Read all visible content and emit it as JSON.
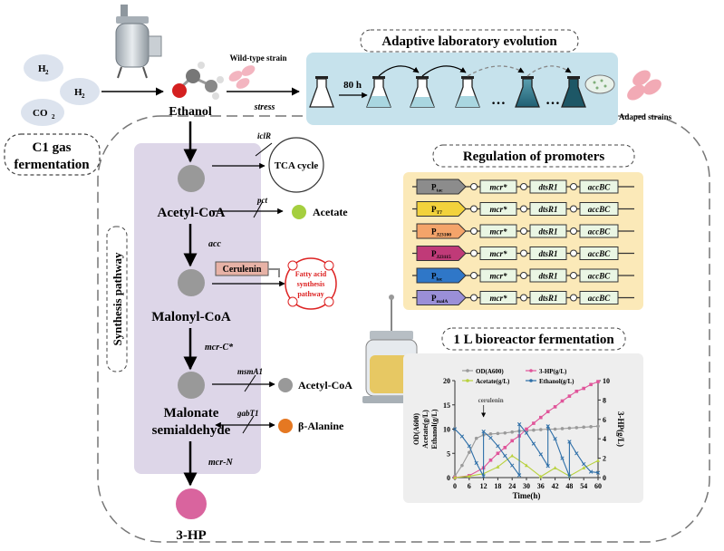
{
  "gas": {
    "h2_a": "H",
    "h2_b": "H",
    "h2_sub": "2",
    "co2": "CO",
    "co2_sub": "2"
  },
  "fermentation_label": {
    "line1": "C1 gas",
    "line2": "fermentation"
  },
  "ethanol_label": "Ethanol",
  "strain": {
    "wildtype": "Wild-type strain",
    "stress": "stress"
  },
  "ale": {
    "title": "Adaptive laboratory evolution",
    "duration": "80 h",
    "dots1": "…",
    "dots2": "…",
    "adapted": "Adaped strains"
  },
  "pathway": {
    "title": "Synthesis pathway",
    "acetyl_coa": "Acetyl-CoA",
    "malonyl_coa": "Malonyl-CoA",
    "malonate_1": "Malonate",
    "malonate_2": "semialdehyde",
    "product": "3-HP",
    "enz_icir": "iclR",
    "enz_pct": "pct",
    "enz_acc": "acc",
    "enz_mcrc": "mcr-C*",
    "enz_msma1": "msmA1",
    "enz_gabt1": "gabT1",
    "enz_mcrn": "mcr-N",
    "tca": "TCA cycle",
    "acetate": "Acetate",
    "cerulenin": "Cerulenin",
    "fatty_1": "Fatty acid",
    "fatty_2": "synthesis",
    "fatty_3": "pathway",
    "side_acetyl": "Acetyl-CoA",
    "side_balanine": "β-Alanine"
  },
  "promoters": {
    "title": "Regulation of promoters",
    "rows": [
      {
        "p": "P",
        "sub": "tac",
        "color": "#8c8c8c"
      },
      {
        "p": "P",
        "sub": "T7",
        "color": "#f2d23c"
      },
      {
        "p": "P",
        "sub": "J23100",
        "color": "#f4a46a"
      },
      {
        "p": "P",
        "sub": "J23115",
        "color": "#c03a78"
      },
      {
        "p": "P",
        "sub": "lac",
        "color": "#2f77c8"
      },
      {
        "p": "P",
        "sub": "malA",
        "color": "#9a8fd8"
      }
    ],
    "gene_mcr": "mcr*",
    "gene_dts": "dtsR1",
    "gene_acc": "accBC"
  },
  "bioreactor": {
    "title": "1 L bioreactor fermentation"
  },
  "chart_data": {
    "type": "line",
    "title": "",
    "xlabel": "Time(h)",
    "ylabel_left": [
      "OD(A600)",
      "Acetate(g/L)",
      "Ethanol(g/L)"
    ],
    "ylabel_right": "3-HP(g/L)",
    "xlim": [
      0,
      60
    ],
    "ylim_left": [
      0,
      20
    ],
    "ylim_right": [
      0,
      10
    ],
    "xticks": [
      0,
      6,
      12,
      18,
      24,
      30,
      36,
      42,
      48,
      54,
      60
    ],
    "yticks_left": [
      0,
      5,
      10,
      15,
      20
    ],
    "yticks_right": [
      0,
      2,
      4,
      6,
      8,
      10
    ],
    "annotation": {
      "text": "cerulenin",
      "x": 12
    },
    "series": [
      {
        "name": "OD(A600)",
        "axis": "left",
        "color": "#9a9a9a",
        "marker": "circle",
        "x": [
          0,
          3,
          6,
          9,
          12,
          15,
          18,
          21,
          24,
          27,
          30,
          33,
          36,
          39,
          42,
          45,
          48,
          51,
          54,
          57,
          60
        ],
        "y": [
          0.3,
          2.5,
          5.2,
          8.1,
          8.8,
          9.0,
          9.1,
          9.2,
          9.4,
          9.6,
          9.7,
          9.8,
          9.9,
          10.0,
          10.0,
          10.1,
          10.2,
          10.3,
          10.4,
          10.5,
          10.6
        ]
      },
      {
        "name": "3-HP(g/L)",
        "axis": "right",
        "color": "#e0559a",
        "marker": "square",
        "x": [
          0,
          6,
          12,
          15,
          18,
          21,
          24,
          27,
          30,
          33,
          36,
          39,
          42,
          45,
          48,
          51,
          54,
          57,
          60
        ],
        "y": [
          0,
          0.2,
          1.0,
          1.8,
          2.5,
          3.1,
          3.8,
          4.3,
          5.0,
          5.6,
          6.2,
          6.8,
          7.3,
          7.9,
          8.4,
          8.9,
          9.2,
          9.6,
          9.9
        ]
      },
      {
        "name": "Acetate(g/L)",
        "axis": "left",
        "color": "#b8d13c",
        "marker": "triangle",
        "x": [
          0,
          6,
          12,
          18,
          24,
          30,
          36,
          42,
          48,
          54,
          60
        ],
        "y": [
          0,
          0.3,
          0.8,
          2.2,
          4.5,
          2.5,
          0.2,
          2.0,
          0.3,
          2.0,
          3.5
        ]
      },
      {
        "name": "Ethanol(g/L)",
        "axis": "left",
        "color": "#2e6fa8",
        "marker": "x",
        "x": [
          0,
          3,
          6,
          9,
          12,
          12.01,
          15,
          18,
          21,
          24,
          27,
          27.01,
          30,
          33,
          36,
          39,
          39.01,
          42,
          45,
          48,
          48.01,
          51,
          54,
          57,
          60
        ],
        "y": [
          10,
          8.5,
          6.5,
          3.0,
          0.3,
          9.5,
          8.2,
          6.5,
          4.5,
          2.5,
          0.5,
          11.0,
          9.2,
          7.0,
          4.8,
          2.4,
          10.6,
          8.0,
          4.0,
          0.3,
          7.4,
          5.0,
          2.8,
          1.2,
          1.0
        ]
      }
    ]
  }
}
